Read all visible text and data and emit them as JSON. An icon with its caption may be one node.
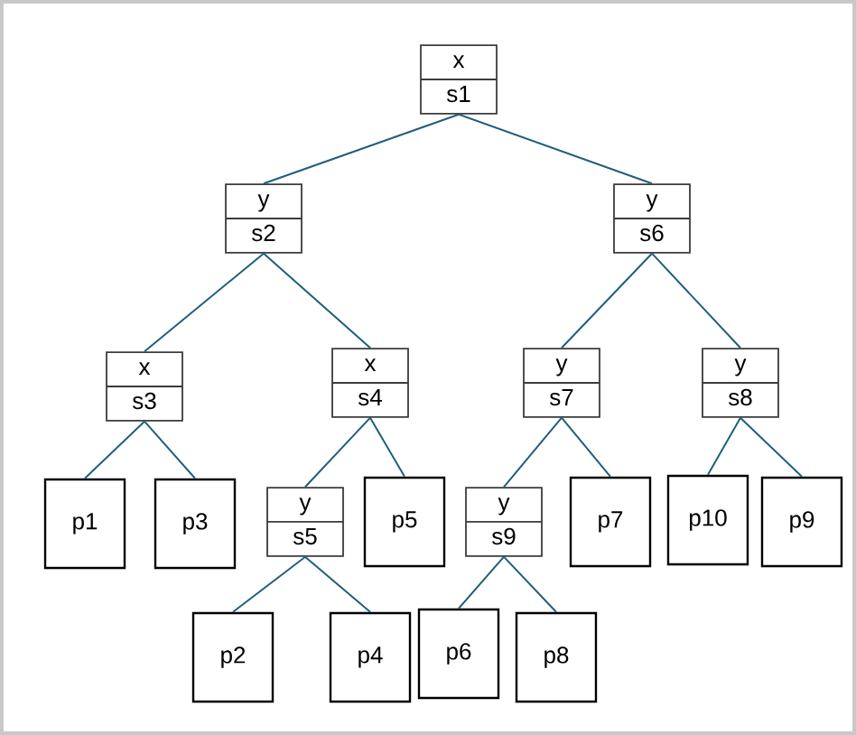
{
  "diagram": {
    "nodes": [
      {
        "text": [
          "x",
          "s1"
        ]
      },
      {
        "text": [
          "y",
          "s2"
        ]
      },
      {
        "text": [
          "y",
          "s6"
        ]
      },
      {
        "text": [
          "x",
          "s3"
        ]
      },
      {
        "text": [
          "x",
          "s4"
        ]
      },
      {
        "text": [
          "y",
          "s7"
        ]
      },
      {
        "text": [
          "y",
          "s8"
        ]
      },
      {
        "text": [
          "p1"
        ]
      },
      {
        "text": [
          "p3"
        ]
      },
      {
        "text": [
          "y",
          "s5"
        ]
      },
      {
        "text": [
          "p5"
        ]
      },
      {
        "text": [
          "y",
          "s9"
        ]
      },
      {
        "text": [
          "p7"
        ]
      },
      {
        "text": [
          "p10"
        ]
      },
      {
        "text": [
          "p9"
        ]
      },
      {
        "text": [
          "p2"
        ]
      },
      {
        "text": [
          "p4"
        ]
      },
      {
        "text": [
          "p6"
        ]
      },
      {
        "text": [
          "p8"
        ]
      }
    ],
    "edges": [
      {
        "from": 0,
        "to": 1,
        "arrow": "none"
      },
      {
        "from": 0,
        "to": 2,
        "arrow": "none"
      },
      {
        "from": 1,
        "to": 3,
        "arrow": "none"
      },
      {
        "from": 1,
        "to": 4,
        "arrow": "none"
      },
      {
        "from": 2,
        "to": 5,
        "arrow": "none"
      },
      {
        "from": 2,
        "to": 6,
        "arrow": "none"
      },
      {
        "from": 3,
        "to": 7,
        "arrow": "none"
      },
      {
        "from": 3,
        "to": 8,
        "arrow": "none"
      },
      {
        "from": 4,
        "to": 9,
        "arrow": "none"
      },
      {
        "from": 4,
        "to": 10,
        "arrow": "none"
      },
      {
        "from": 5,
        "to": 11,
        "arrow": "none"
      },
      {
        "from": 5,
        "to": 12,
        "arrow": "none"
      },
      {
        "from": 6,
        "to": 13,
        "arrow": "none"
      },
      {
        "from": 6,
        "to": 14,
        "arrow": "none"
      },
      {
        "from": 9,
        "to": 15,
        "arrow": "none"
      },
      {
        "from": 9,
        "to": 16,
        "arrow": "none"
      },
      {
        "from": 11,
        "to": 17,
        "arrow": "none"
      },
      {
        "from": 11,
        "to": 18,
        "arrow": "none"
      }
    ]
  }
}
